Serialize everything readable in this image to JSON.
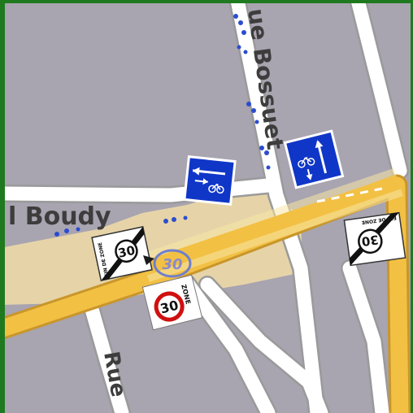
{
  "map": {
    "colors": {
      "background": "#a8a4b0",
      "frame": "#1f7a1f",
      "residential_road": "#ffffff",
      "road_casing": "#9a9a9a",
      "primary_road": "#f2c043",
      "primary_casing": "#c9962b",
      "area_highlight": "#e6d4a8",
      "sign_blue": "#1036c8",
      "sign_red": "#d01010",
      "cycleway": "#2c4ccf"
    },
    "street_labels": {
      "boudy": "l Boudy",
      "bossuet": "ue Bossuet",
      "rue_bottom": "Rue"
    },
    "signs": {
      "zone30_start": {
        "label": "ZONE",
        "speed": "30"
      },
      "zone30_end_left": {
        "label": "FIN DE ZONE",
        "speed": "30"
      },
      "zone30_end_right": {
        "label": "FIN DE ZONE",
        "speed": "30"
      },
      "roundabout_marker": {
        "label": "30"
      }
    },
    "icons": {
      "bicycle_lane_left": "bicycle-contraflow-icon",
      "bicycle_lane_right": "bicycle-contraflow-icon"
    }
  }
}
